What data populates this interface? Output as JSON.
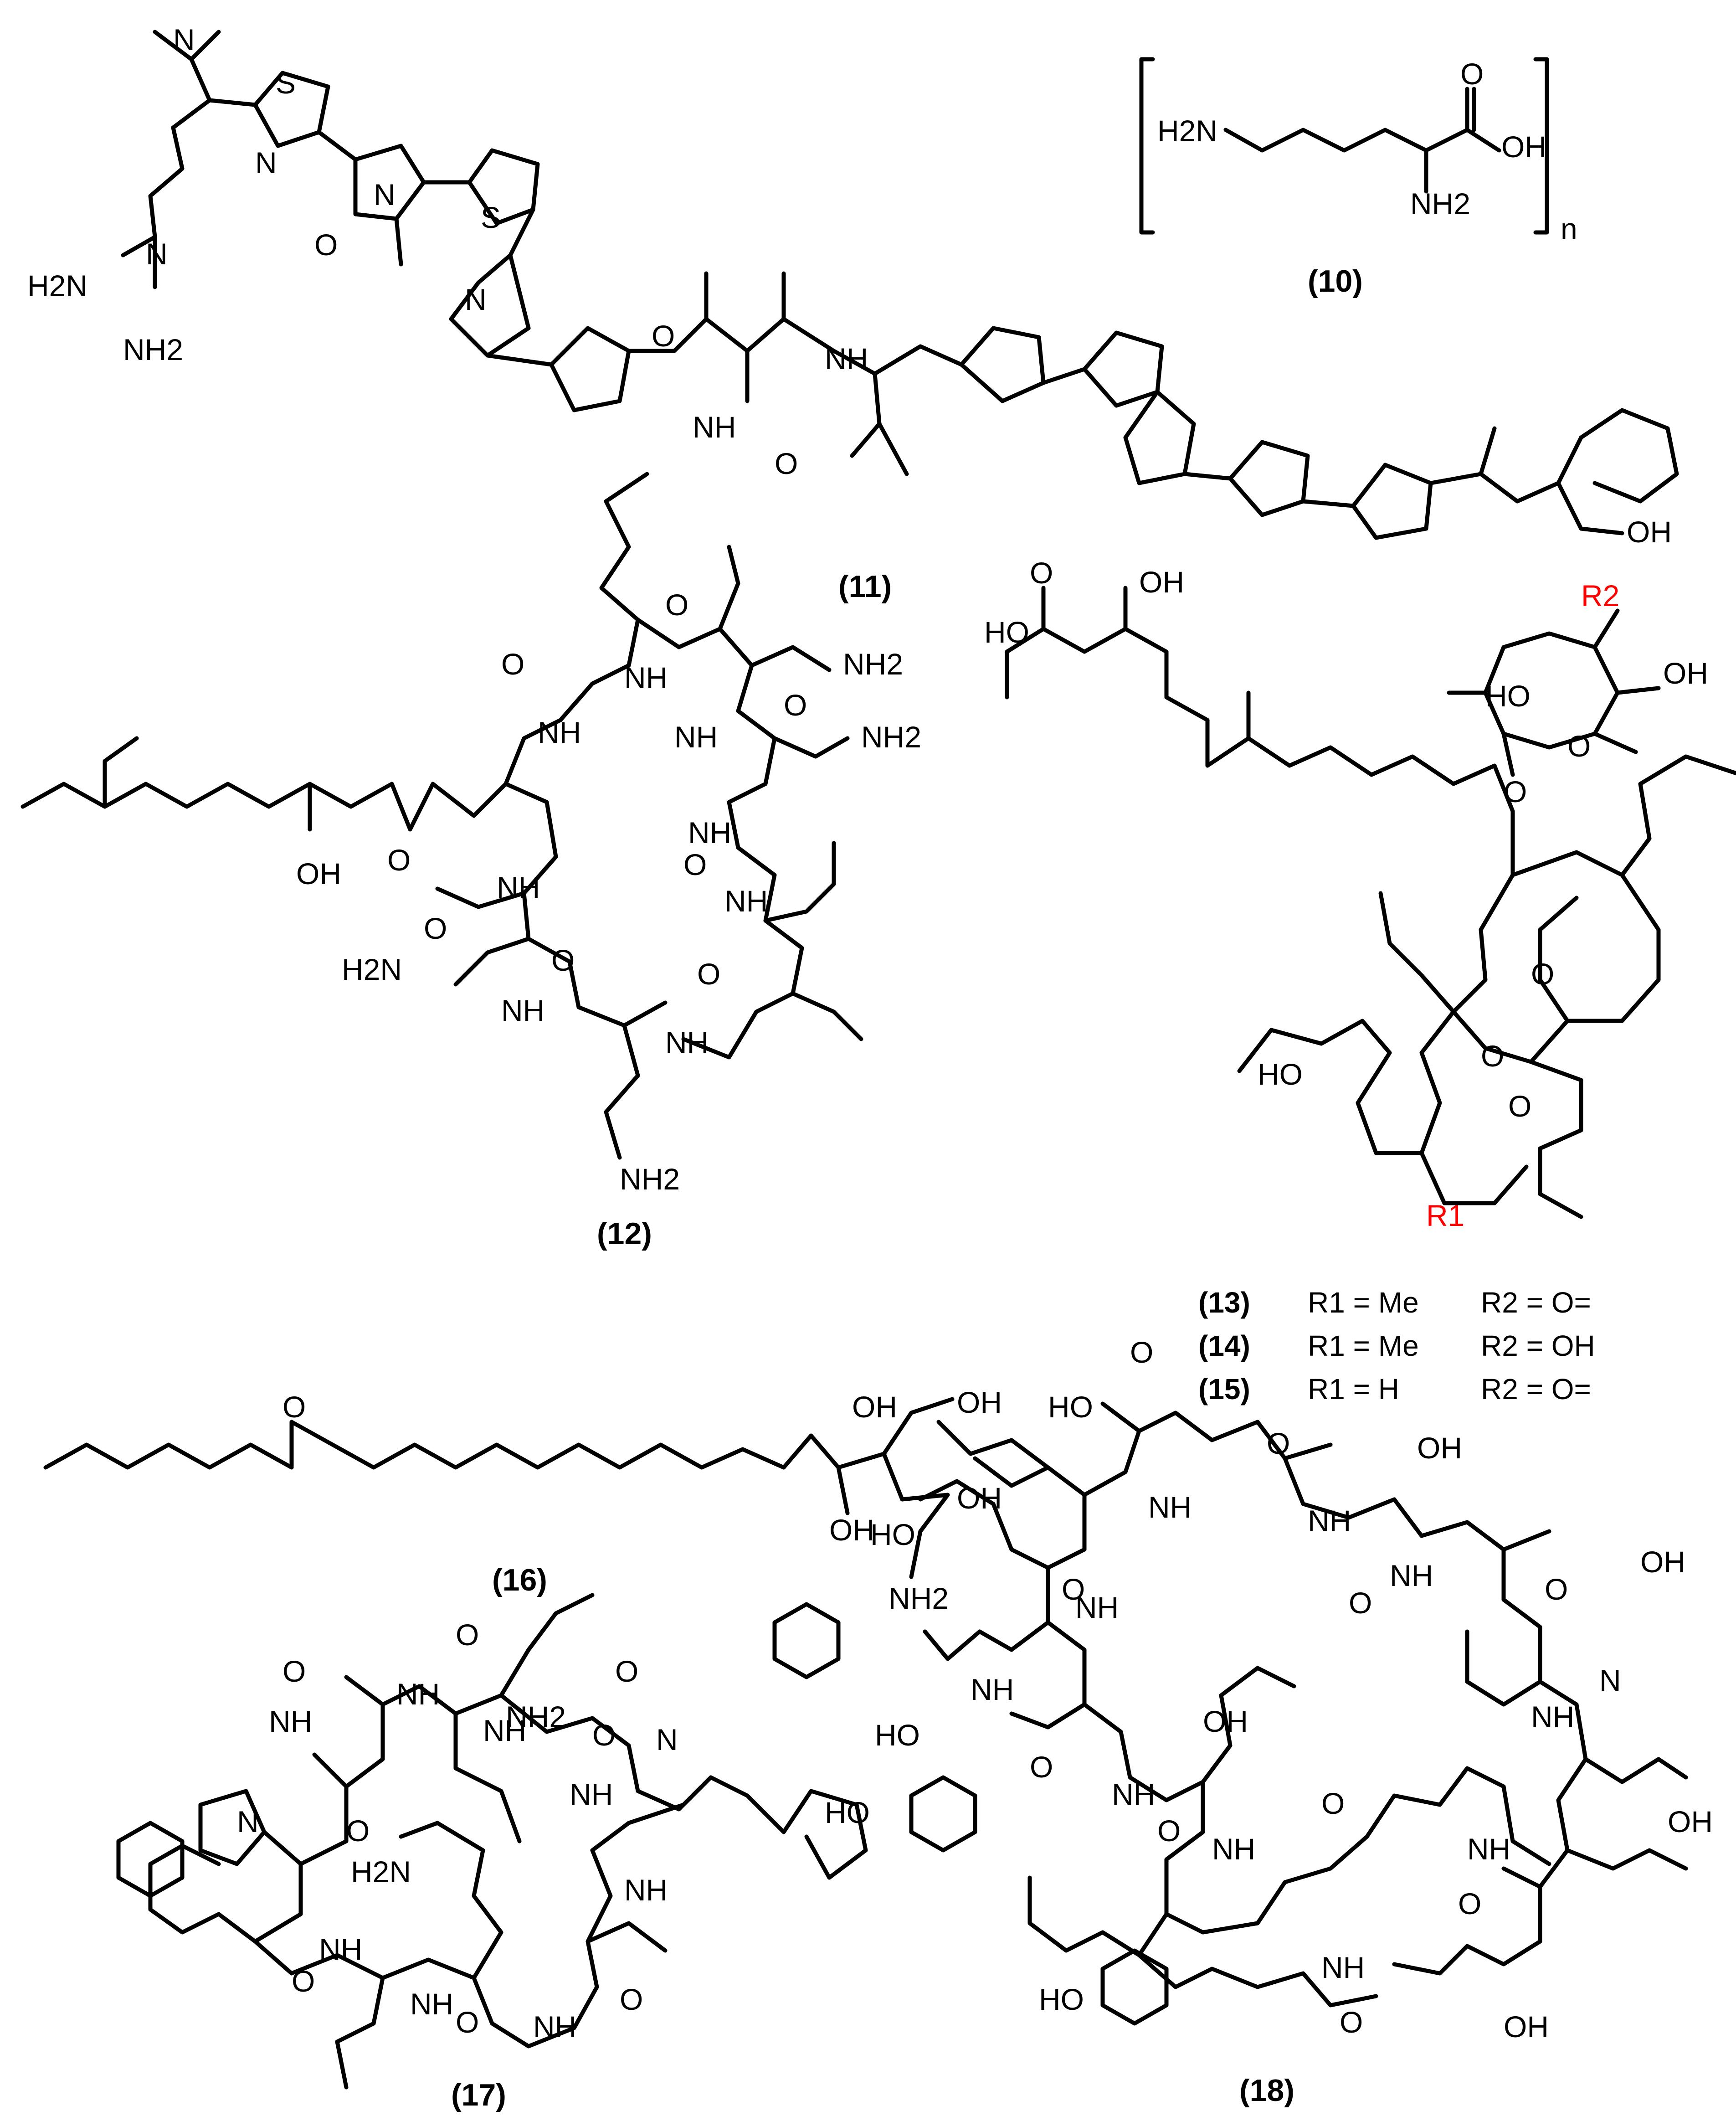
{
  "compounds": [
    {
      "id": "10",
      "caption": "(10)",
      "labels": {
        "nh2_left": "H2N",
        "cooh_o": "O",
        "cooh_oh": "OH",
        "nh2_alpha": "NH2",
        "repeat": "n"
      }
    },
    {
      "id": "11",
      "caption": "(11)",
      "labels": {
        "nme2": "N",
        "s1": "S",
        "n1": "N",
        "o_ox1": "O",
        "n_ox1": "N",
        "s2": "S",
        "n2": "N",
        "guan_n": "N",
        "guan_h2n": "H2N",
        "guan_nh2": "NH2",
        "amide_o": "O",
        "amide_nh": "NH",
        "nh2": "NH",
        "o2": "O",
        "cooh": "OH"
      }
    },
    {
      "id": "12",
      "caption": "(12)",
      "labels": {
        "nh2": "NH2",
        "oh": "OH",
        "h2n": "H2N",
        "nh": "NH",
        "o": "O"
      }
    },
    {
      "id": "13",
      "caption": "(13)"
    },
    {
      "id": "14",
      "caption": "(14)"
    },
    {
      "id": "15",
      "caption": "(15)"
    },
    {
      "id": "16",
      "caption": "(16)",
      "labels": {
        "o": "O",
        "oh": "OH",
        "nh2": "NH2"
      }
    },
    {
      "id": "17",
      "caption": "(17)",
      "labels": {
        "nh": "NH",
        "o": "O",
        "n": "N",
        "h2n": "H2N",
        "nh2": "NH2"
      }
    },
    {
      "id": "18",
      "caption": "(18)",
      "labels": {
        "ho": "HO",
        "oh": "OH",
        "nh": "NH",
        "o": "O",
        "n": "N"
      }
    }
  ],
  "substituents": {
    "r1": "R1",
    "r2": "R2",
    "rows": [
      {
        "id": "(13)",
        "r1": "R1 = Me",
        "r2": "R2 = O="
      },
      {
        "id": "(14)",
        "r1": "R1 = Me",
        "r2": "R2 = OH"
      },
      {
        "id": "(15)",
        "r1": "R1 = H",
        "r2": "R2 = O="
      }
    ]
  },
  "colors": {
    "bond": "#000000",
    "substituent_label": "#ff0000",
    "background": "#ffffff"
  }
}
